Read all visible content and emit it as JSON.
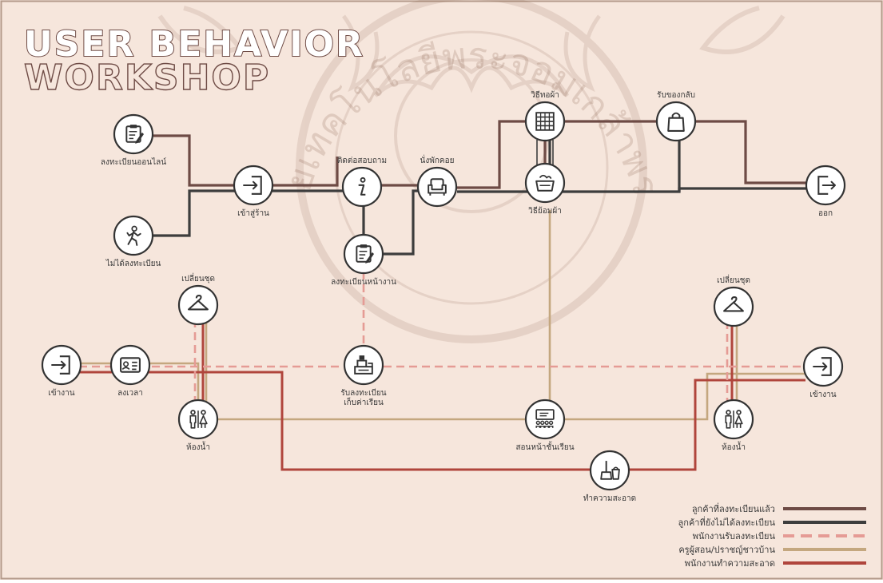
{
  "header": {
    "title_line1": "USER BEHAVIOR",
    "title_line2": "WORKSHOP"
  },
  "watermark": {
    "text": "มหาวิทยาลัยเทคโนโลยีพระจอมเกล้าพระนครเหนือ"
  },
  "colors": {
    "background": "#f6e6dc",
    "frame": "#b49a8a",
    "registered": "#6e4b45",
    "unregistered": "#3d3d3d",
    "staff_reception": "#e59b95",
    "teachers_villagers": "#c4a77f",
    "cleaning_staff": "#b0453c"
  },
  "nodes": {
    "online_register": {
      "icon": "clipboard-pencil-icon",
      "label": "ลงทะเบียนออนไลน์"
    },
    "not_registered": {
      "icon": "walking-person-icon",
      "label": "ไม่ได้ลงทะเบียน"
    },
    "enter_shop": {
      "icon": "entrance-icon",
      "label": "เข้าสู่ร้าน"
    },
    "info": {
      "icon": "info-icon",
      "label": "ติดต่อสอบถาม"
    },
    "rest": {
      "icon": "armchair-icon",
      "label": "นั่งพักคอย"
    },
    "weaving": {
      "icon": "loom-icon",
      "label": "วิธีทอผ้า"
    },
    "souvenir": {
      "icon": "shopping-bag-icon",
      "label": "รับของกลับ"
    },
    "dyeing": {
      "icon": "dye-pot-icon",
      "label": "วิธีย้อมผ้า"
    },
    "exit_top": {
      "icon": "exit-icon",
      "label": "ออก"
    },
    "onsite_register": {
      "icon": "clipboard-pencil-icon",
      "label": "ลงทะเบียนหน้างาน"
    },
    "change_clothes_left": {
      "icon": "hanger-icon",
      "label": "เปลี่ยนชุด"
    },
    "change_clothes_right": {
      "icon": "hanger-icon",
      "label": "เปลี่ยนชุด"
    },
    "work_in_left": {
      "icon": "entrance-icon",
      "label": "เข้างาน"
    },
    "clock_in": {
      "icon": "id-card-icon",
      "label": "ลงเวลา"
    },
    "restroom_left": {
      "icon": "restroom-icon",
      "label": "ห้องน้ำ"
    },
    "register_fee": {
      "icon": "cash-register-icon",
      "label": "รับลงทะเบียน เก็บค่าเรียน"
    },
    "teach_class": {
      "icon": "classroom-icon",
      "label": "สอนหน้าชั้นเรียน"
    },
    "cleaning": {
      "icon": "broom-bucket-icon",
      "label": "ทำความสะอาด"
    },
    "restroom_right": {
      "icon": "restroom-icon",
      "label": "ห้องน้ำ"
    },
    "work_in_right": {
      "icon": "entrance-icon",
      "label": "เข้างาน"
    }
  },
  "legend": [
    {
      "label": "ลูกค้าที่ลงทะเบียนแล้ว",
      "color": "#6e4b45",
      "style": "solid"
    },
    {
      "label": "ลูกค้าที่ยังไม่ได้ลงทะเบียน",
      "color": "#3d3d3d",
      "style": "solid"
    },
    {
      "label": "พนักงานรับลงทะเบียน",
      "color": "#e59b95",
      "style": "dashed"
    },
    {
      "label": "ครูผู้สอน/ปราชญ์ชาวบ้าน",
      "color": "#c4a77f",
      "style": "solid"
    },
    {
      "label": "พนักงานทำความสะอาด",
      "color": "#b0453c",
      "style": "solid"
    }
  ]
}
